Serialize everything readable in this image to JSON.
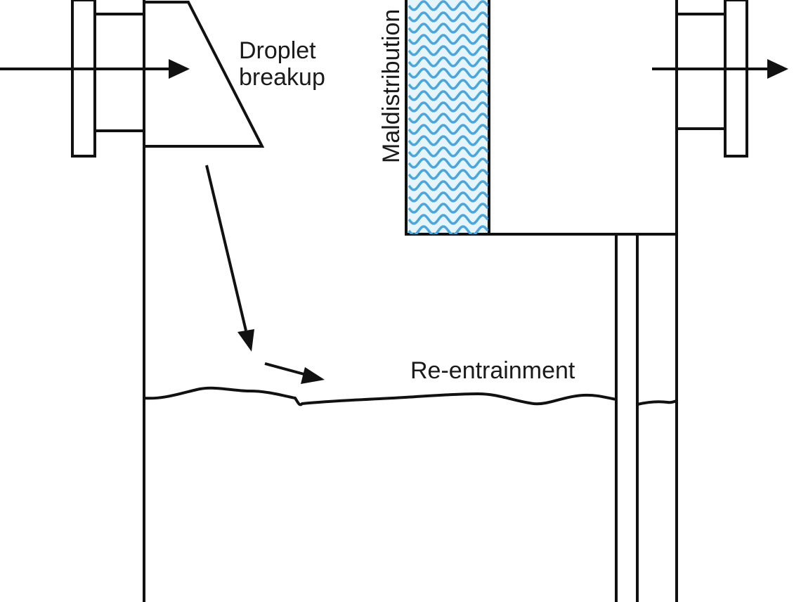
{
  "labels": {
    "droplet_line1": "Droplet",
    "droplet_line2": "breakup",
    "maldistribution": "Maldistribution",
    "reentrainment": "Re-entrainment"
  },
  "colors": {
    "stroke": "#111111",
    "mesh_fill": "#dff1fb",
    "mesh_wave": "#4aa6dc",
    "background": "#ffffff"
  }
}
